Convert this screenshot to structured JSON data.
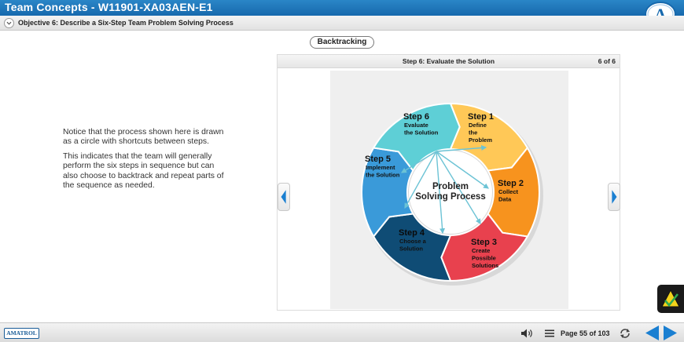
{
  "header": {
    "title": "Team Concepts - W11901-XA03AEN-E1",
    "logo_letter": "A",
    "objective": "Objective 6: Describe a Six-Step Team Problem Solving Process"
  },
  "body": {
    "paragraphs": [
      "Notice that the process shown here is drawn as a circle with shortcuts between steps.",
      "This indicates that the team will generally perform the six steps in sequence but can also choose to backtrack and repeat parts of the sequence as needed."
    ]
  },
  "backtracking_label": "Backtracking",
  "figure": {
    "title": "Step 6: Evaluate the Solution",
    "counter": "6 of 6",
    "center_label": [
      "Problem",
      "Solving Process"
    ],
    "steps": [
      {
        "num": "Step 1",
        "desc": [
          "Define",
          "the",
          "Problem"
        ],
        "color": "#ffc857"
      },
      {
        "num": "Step 2",
        "desc": [
          "Collect",
          "Data"
        ],
        "color": "#f7931e"
      },
      {
        "num": "Step 3",
        "desc": [
          "Create",
          "Possible",
          "Solutions"
        ],
        "color": "#e8414e"
      },
      {
        "num": "Step 4",
        "desc": [
          "Choose a",
          "Solution"
        ],
        "color": "#0f4c75"
      },
      {
        "num": "Step 5",
        "desc": [
          "Implement",
          "the Solution"
        ],
        "color": "#3a9ad9"
      },
      {
        "num": "Step 6",
        "desc": [
          "Evaluate",
          "the Solution"
        ],
        "color": "#5ecfd6"
      }
    ]
  },
  "footer": {
    "brand": "AMATROL",
    "page_indicator": "Page 55 of 103"
  },
  "colors": {
    "title_bar": "#1e77ba",
    "accent_arrow": "#1a7fd1",
    "help_yellow": "#f2d21b",
    "help_green": "#2fa84f"
  }
}
